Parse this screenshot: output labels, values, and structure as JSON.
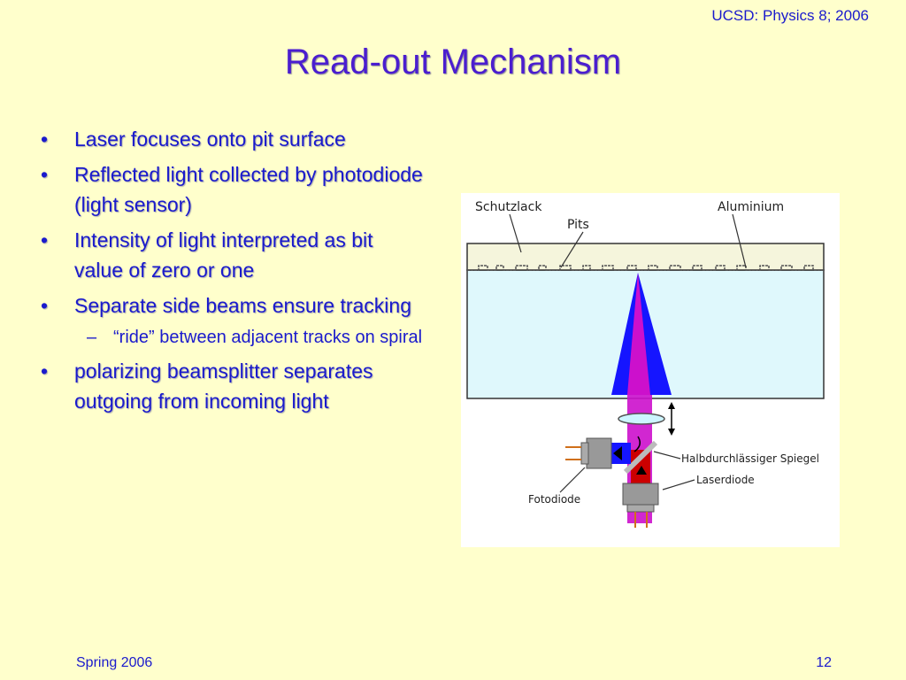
{
  "header": {
    "course": "UCSD: Physics 8; 2006"
  },
  "title": "Read-out Mechanism",
  "bullets": [
    {
      "text": "Laser focuses onto pit surface"
    },
    {
      "text": "Reflected light collected by photodiode (light sensor)"
    },
    {
      "text": "Intensity of light interpreted as bit value of zero or one"
    },
    {
      "text": "Separate side beams ensure tracking"
    },
    {
      "text": "“ride” between adjacent tracks on spiral"
    },
    {
      "text": "polarizing beamsplitter separates outgoing from incoming light"
    }
  ],
  "diagram": {
    "labels": {
      "schutzlack": "Schutzlack",
      "pits": "Pits",
      "aluminium": "Aluminium",
      "halbdurch": "Halbdurchlässiger Spiegel",
      "laserdiode": "Laserdiode",
      "fotodiode": "Fotodiode"
    }
  },
  "footer": {
    "left": "Spring 2006",
    "right": "12"
  }
}
